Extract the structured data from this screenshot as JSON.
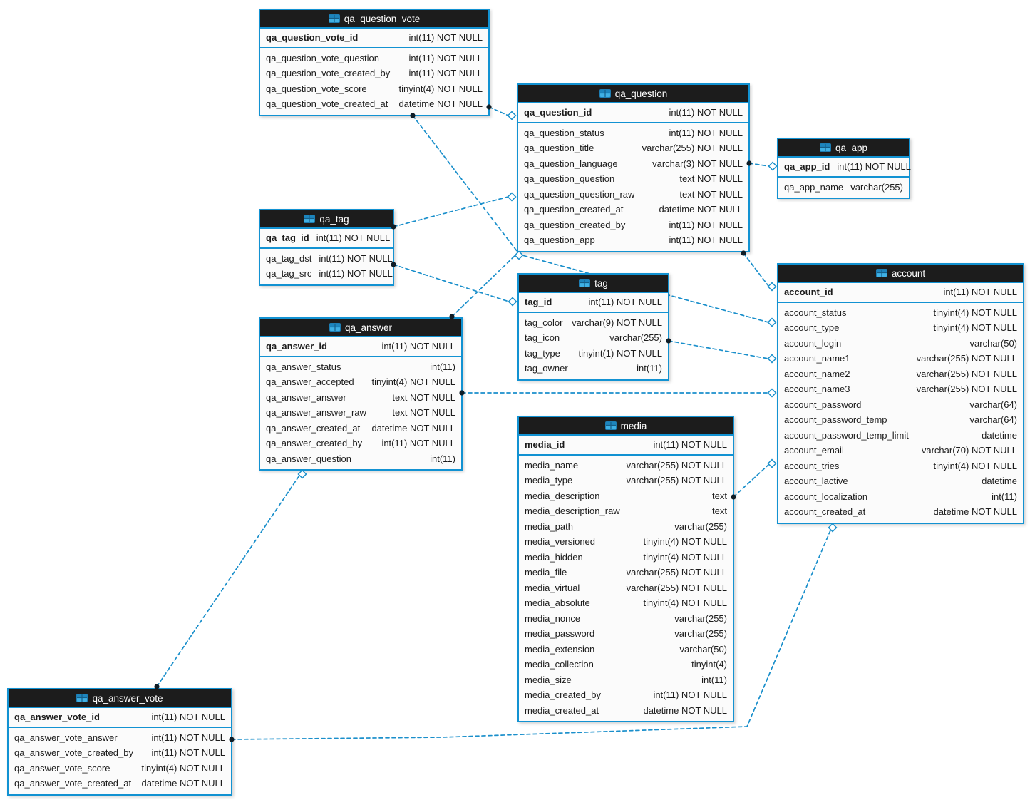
{
  "diagram": {
    "colors": {
      "header_bg": "#1c1c1c",
      "header_text": "#ffffff",
      "table_border": "#1292d2",
      "body_bg": "#fbfbfb",
      "row_text": "#1c1c1c",
      "relationship_line": "#1a8fcb",
      "fk_dot": "#101d26",
      "icon_fill": "#3fb0e4"
    },
    "tables": [
      {
        "id": "qa_question_vote",
        "title": "qa_question_vote",
        "icon": "table-icon",
        "pk": [
          {
            "name": "qa_question_vote_id",
            "type": "int(11) NOT NULL"
          }
        ],
        "columns": [
          {
            "name": "qa_question_vote_question",
            "type": "int(11) NOT NULL"
          },
          {
            "name": "qa_question_vote_created_by",
            "type": "int(11) NOT NULL"
          },
          {
            "name": "qa_question_vote_score",
            "type": "tinyint(4) NOT NULL"
          },
          {
            "name": "qa_question_vote_created_at",
            "type": "datetime NOT NULL"
          }
        ]
      },
      {
        "id": "qa_question",
        "title": "qa_question",
        "icon": "table-icon",
        "pk": [
          {
            "name": "qa_question_id",
            "type": "int(11) NOT NULL"
          }
        ],
        "columns": [
          {
            "name": "qa_question_status",
            "type": "int(11) NOT NULL"
          },
          {
            "name": "qa_question_title",
            "type": "varchar(255) NOT NULL"
          },
          {
            "name": "qa_question_language",
            "type": "varchar(3) NOT NULL"
          },
          {
            "name": "qa_question_question",
            "type": "text NOT NULL"
          },
          {
            "name": "qa_question_question_raw",
            "type": "text NOT NULL"
          },
          {
            "name": "qa_question_created_at",
            "type": "datetime NOT NULL"
          },
          {
            "name": "qa_question_created_by",
            "type": "int(11) NOT NULL"
          },
          {
            "name": "qa_question_app",
            "type": "int(11) NOT NULL"
          }
        ]
      },
      {
        "id": "qa_app",
        "title": "qa_app",
        "icon": "table-icon",
        "pk": [
          {
            "name": "qa_app_id",
            "type": "int(11) NOT NULL"
          }
        ],
        "columns": [
          {
            "name": "qa_app_name",
            "type": "varchar(255)"
          }
        ]
      },
      {
        "id": "qa_tag",
        "title": "qa_tag",
        "icon": "table-icon",
        "pk": [
          {
            "name": "qa_tag_id",
            "type": "int(11) NOT NULL"
          }
        ],
        "columns": [
          {
            "name": "qa_tag_dst",
            "type": "int(11) NOT NULL"
          },
          {
            "name": "qa_tag_src",
            "type": "int(11) NOT NULL"
          }
        ]
      },
      {
        "id": "tag",
        "title": "tag",
        "icon": "table-icon",
        "pk": [
          {
            "name": "tag_id",
            "type": "int(11) NOT NULL"
          }
        ],
        "columns": [
          {
            "name": "tag_color",
            "type": "varchar(9) NOT NULL"
          },
          {
            "name": "tag_icon",
            "type": "varchar(255)"
          },
          {
            "name": "tag_type",
            "type": "tinyint(1) NOT NULL"
          },
          {
            "name": "tag_owner",
            "type": "int(11)"
          }
        ]
      },
      {
        "id": "qa_answer",
        "title": "qa_answer",
        "icon": "table-icon",
        "pk": [
          {
            "name": "qa_answer_id",
            "type": "int(11) NOT NULL"
          }
        ],
        "columns": [
          {
            "name": "qa_answer_status",
            "type": "int(11)"
          },
          {
            "name": "qa_answer_accepted",
            "type": "tinyint(4) NOT NULL"
          },
          {
            "name": "qa_answer_answer",
            "type": "text NOT NULL"
          },
          {
            "name": "qa_answer_answer_raw",
            "type": "text NOT NULL"
          },
          {
            "name": "qa_answer_created_at",
            "type": "datetime NOT NULL"
          },
          {
            "name": "qa_answer_created_by",
            "type": "int(11) NOT NULL"
          },
          {
            "name": "qa_answer_question",
            "type": "int(11)"
          }
        ]
      },
      {
        "id": "media",
        "title": "media",
        "icon": "table-icon",
        "pk": [
          {
            "name": "media_id",
            "type": "int(11) NOT NULL"
          }
        ],
        "columns": [
          {
            "name": "media_name",
            "type": "varchar(255) NOT NULL"
          },
          {
            "name": "media_type",
            "type": "varchar(255) NOT NULL"
          },
          {
            "name": "media_description",
            "type": "text"
          },
          {
            "name": "media_description_raw",
            "type": "text"
          },
          {
            "name": "media_path",
            "type": "varchar(255)"
          },
          {
            "name": "media_versioned",
            "type": "tinyint(4) NOT NULL"
          },
          {
            "name": "media_hidden",
            "type": "tinyint(4) NOT NULL"
          },
          {
            "name": "media_file",
            "type": "varchar(255) NOT NULL"
          },
          {
            "name": "media_virtual",
            "type": "varchar(255) NOT NULL"
          },
          {
            "name": "media_absolute",
            "type": "tinyint(4) NOT NULL"
          },
          {
            "name": "media_nonce",
            "type": "varchar(255)"
          },
          {
            "name": "media_password",
            "type": "varchar(255)"
          },
          {
            "name": "media_extension",
            "type": "varchar(50)"
          },
          {
            "name": "media_collection",
            "type": "tinyint(4)"
          },
          {
            "name": "media_size",
            "type": "int(11)"
          },
          {
            "name": "media_created_by",
            "type": "int(11) NOT NULL"
          },
          {
            "name": "media_created_at",
            "type": "datetime NOT NULL"
          }
        ]
      },
      {
        "id": "account",
        "title": "account",
        "icon": "table-icon",
        "pk": [
          {
            "name": "account_id",
            "type": "int(11) NOT NULL"
          }
        ],
        "columns": [
          {
            "name": "account_status",
            "type": "tinyint(4) NOT NULL"
          },
          {
            "name": "account_type",
            "type": "tinyint(4) NOT NULL"
          },
          {
            "name": "account_login",
            "type": "varchar(50)"
          },
          {
            "name": "account_name1",
            "type": "varchar(255) NOT NULL"
          },
          {
            "name": "account_name2",
            "type": "varchar(255) NOT NULL"
          },
          {
            "name": "account_name3",
            "type": "varchar(255) NOT NULL"
          },
          {
            "name": "account_password",
            "type": "varchar(64)"
          },
          {
            "name": "account_password_temp",
            "type": "varchar(64)"
          },
          {
            "name": "account_password_temp_limit",
            "type": "datetime"
          },
          {
            "name": "account_email",
            "type": "varchar(70) NOT NULL"
          },
          {
            "name": "account_tries",
            "type": "tinyint(4) NOT NULL"
          },
          {
            "name": "account_lactive",
            "type": "datetime"
          },
          {
            "name": "account_localization",
            "type": "int(11)"
          },
          {
            "name": "account_created_at",
            "type": "datetime NOT NULL"
          }
        ]
      },
      {
        "id": "qa_answer_vote",
        "title": "qa_answer_vote",
        "icon": "table-icon",
        "pk": [
          {
            "name": "qa_answer_vote_id",
            "type": "int(11) NOT NULL"
          }
        ],
        "columns": [
          {
            "name": "qa_answer_vote_answer",
            "type": "int(11) NOT NULL"
          },
          {
            "name": "qa_answer_vote_created_by",
            "type": "int(11) NOT NULL"
          },
          {
            "name": "qa_answer_vote_score",
            "type": "tinyint(4) NOT NULL"
          },
          {
            "name": "qa_answer_vote_created_at",
            "type": "datetime NOT NULL"
          }
        ]
      }
    ],
    "connections": [
      {
        "from": "qa_question_vote",
        "to": "qa_question"
      },
      {
        "from": "qa_question_vote",
        "to": "account"
      },
      {
        "from": "qa_tag",
        "to": "qa_question"
      },
      {
        "from": "qa_tag",
        "to": "tag"
      },
      {
        "from": "qa_answer",
        "to": "qa_question"
      },
      {
        "from": "qa_question",
        "to": "qa_app"
      },
      {
        "from": "qa_question",
        "to": "account"
      },
      {
        "from": "tag",
        "to": "account"
      },
      {
        "from": "qa_answer",
        "to": "account"
      },
      {
        "from": "media",
        "to": "account"
      },
      {
        "from": "qa_answer_vote",
        "to": "qa_answer"
      },
      {
        "from": "qa_answer_vote",
        "to": "account"
      }
    ]
  }
}
